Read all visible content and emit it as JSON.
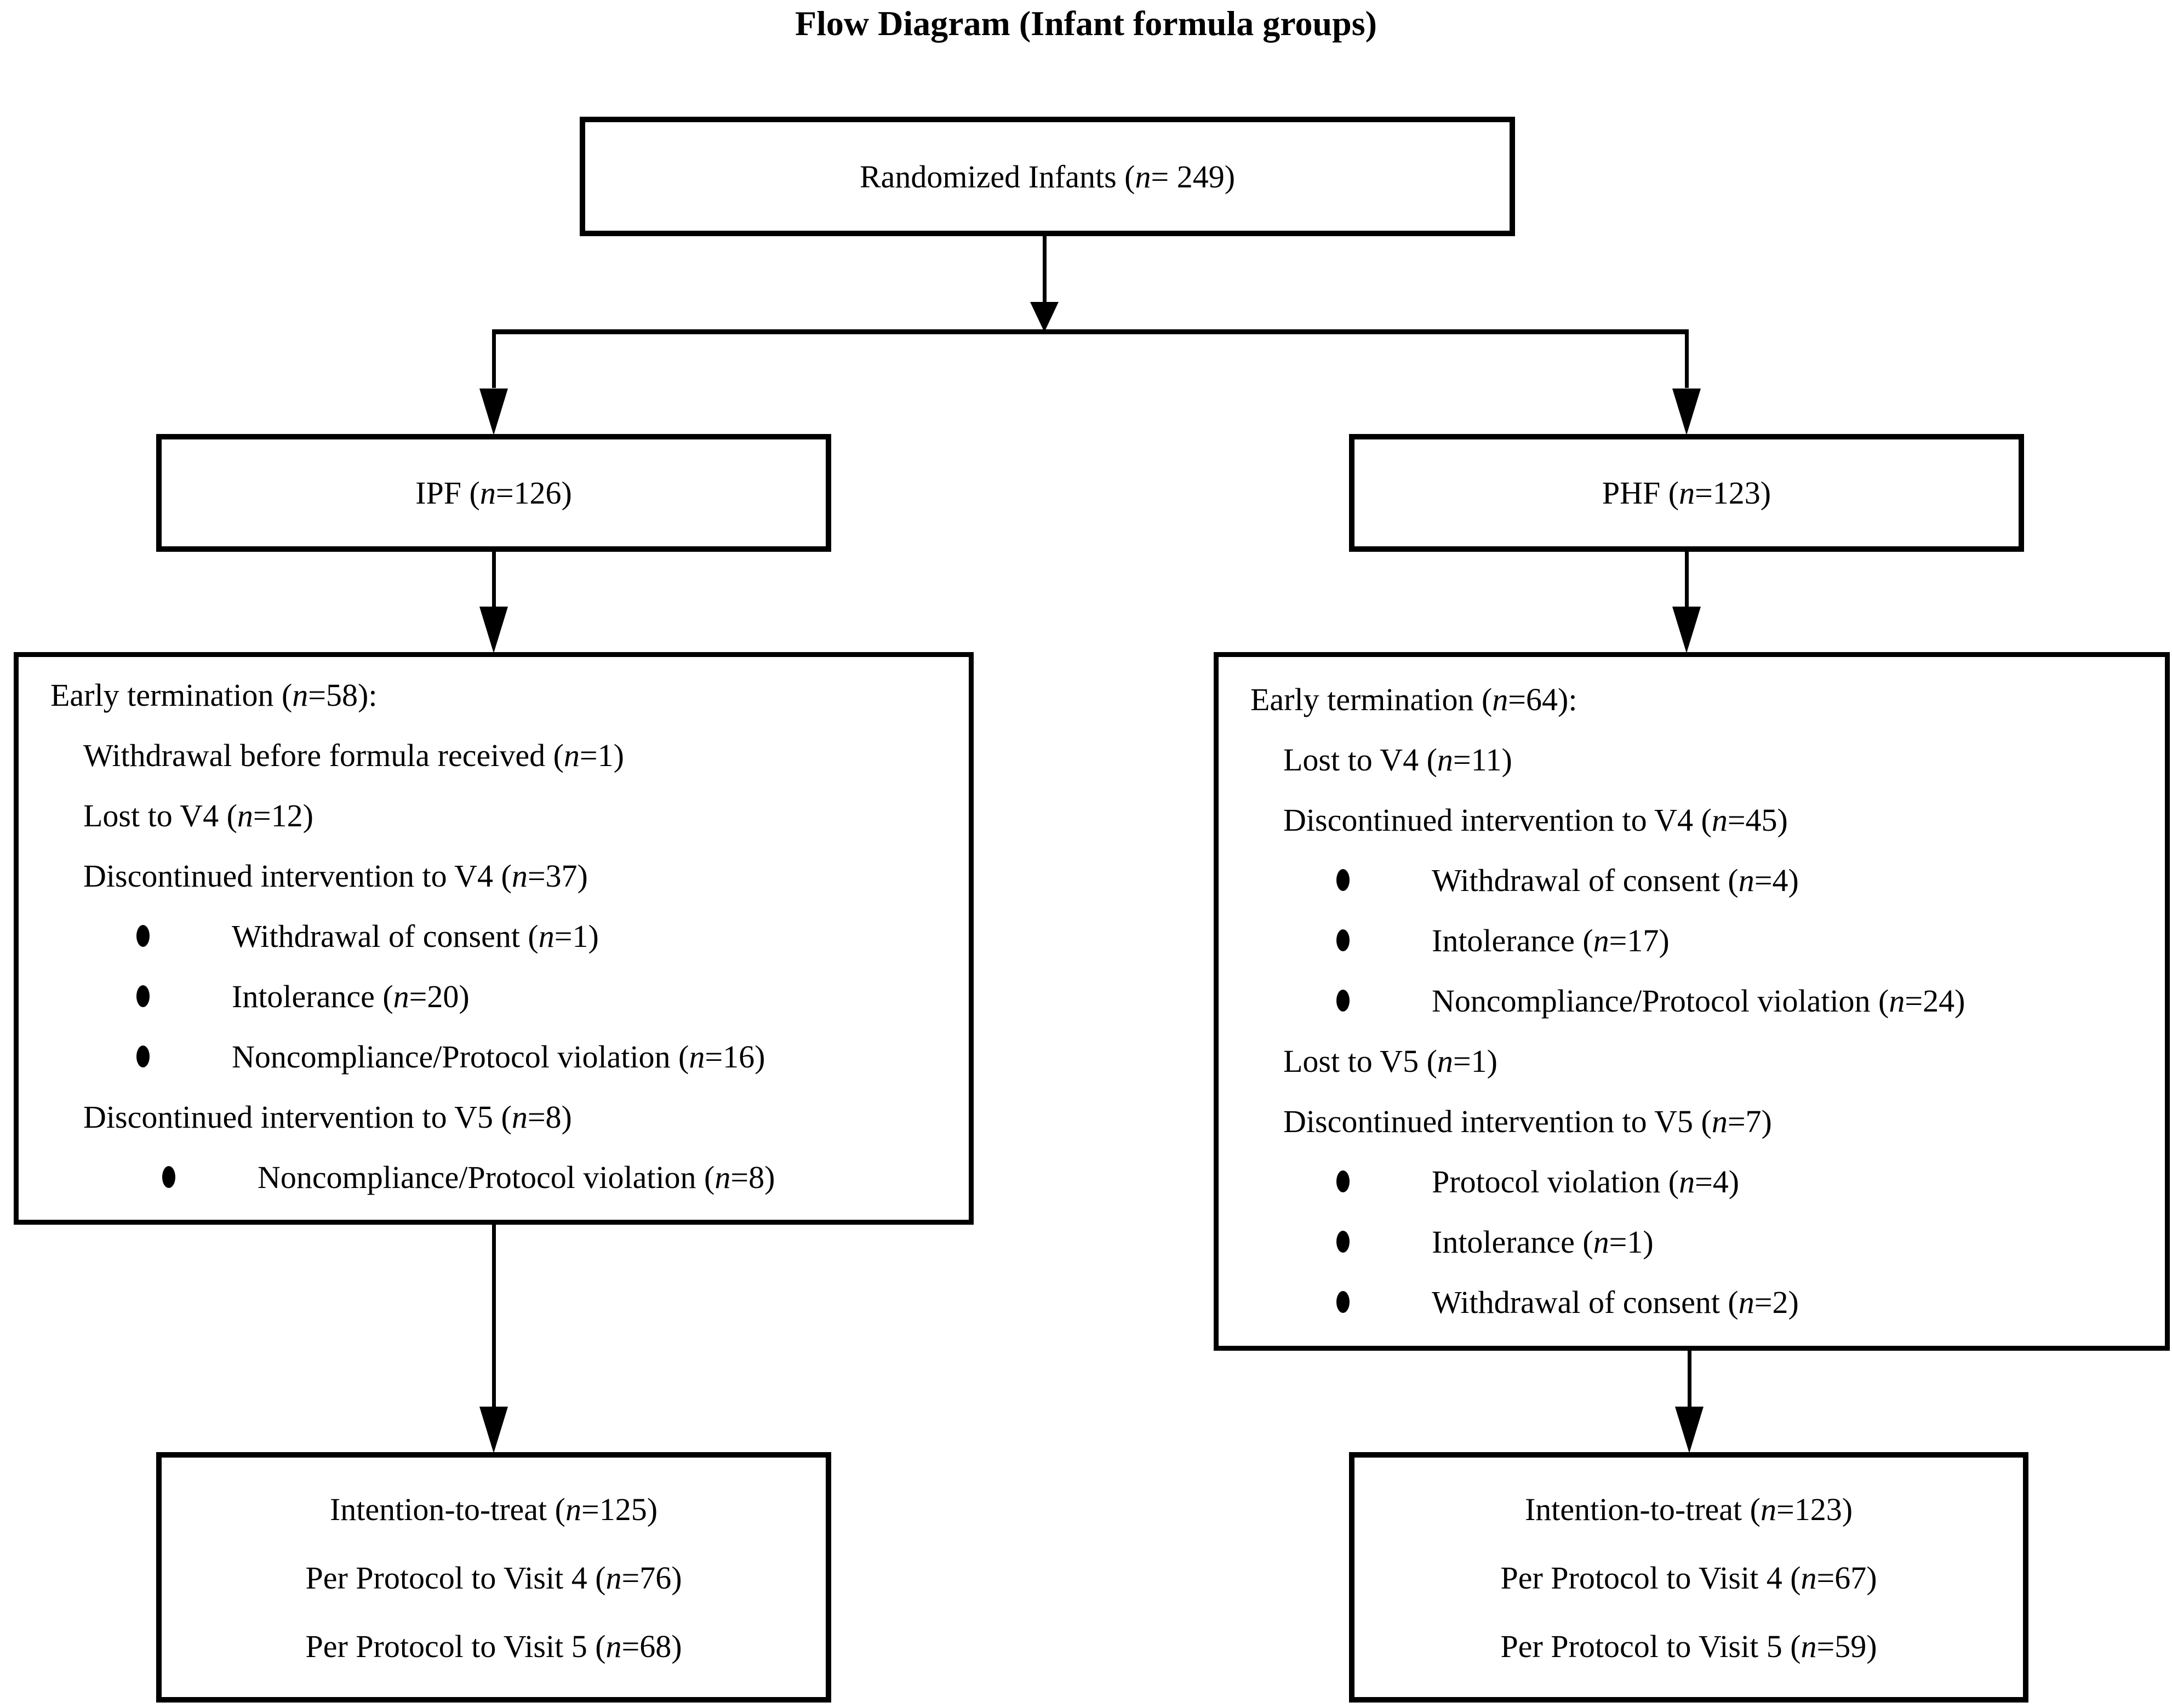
{
  "title": "Flow Diagram (Infant formula groups)",
  "colors": {
    "ink": "#000000",
    "paper": "#ffffff"
  },
  "flow": {
    "randomized": {
      "label": "Randomized Infants (n= 249)"
    },
    "ipf": {
      "label": "IPF (n=126)"
    },
    "phf": {
      "label": "PHF (n=123)"
    },
    "et_left": {
      "lines": [
        {
          "text": "Early termination (n=58):",
          "indent": 0,
          "bullet": false
        },
        {
          "text": "Withdrawal before formula received (n=1)",
          "indent": 1,
          "bullet": false
        },
        {
          "text": "Lost to V4 (n=12)",
          "indent": 1,
          "bullet": false
        },
        {
          "text": "Discontinued intervention to V4 (n=37)",
          "indent": 1,
          "bullet": false
        },
        {
          "text": "Withdrawal of consent (n=1)",
          "indent": 2,
          "bullet": true
        },
        {
          "text": "Intolerance (n=20)",
          "indent": 2,
          "bullet": true
        },
        {
          "text": "Noncompliance/Protocol violation (n=16)",
          "indent": 2,
          "bullet": true
        },
        {
          "text": "Discontinued intervention to V5 (n=8)",
          "indent": 1,
          "bullet": false
        },
        {
          "text": "Noncompliance/Protocol violation (n=8)",
          "indent": 3,
          "bullet": true
        }
      ]
    },
    "et_right": {
      "lines": [
        {
          "text": "Early termination (n=64):",
          "indent": 0,
          "bullet": false
        },
        {
          "text": "Lost to V4 (n=11)",
          "indent": 1,
          "bullet": false
        },
        {
          "text": "Discontinued intervention to V4 (n=45)",
          "indent": 1,
          "bullet": false
        },
        {
          "text": "Withdrawal of consent (n=4)",
          "indent": 2,
          "bullet": true
        },
        {
          "text": "Intolerance (n=17)",
          "indent": 2,
          "bullet": true
        },
        {
          "text": "Noncompliance/Protocol violation (n=24)",
          "indent": 2,
          "bullet": true
        },
        {
          "text": "Lost to V5 (n=1)",
          "indent": 1,
          "bullet": false
        },
        {
          "text": "Discontinued intervention to V5 (n=7)",
          "indent": 1,
          "bullet": false
        },
        {
          "text": "Protocol violation (n=4)",
          "indent": 2,
          "bullet": true
        },
        {
          "text": "Intolerance (n=1)",
          "indent": 2,
          "bullet": true
        },
        {
          "text": "Withdrawal of consent (n=2)",
          "indent": 2,
          "bullet": true
        }
      ]
    },
    "itt_left": {
      "lines": [
        "Intention-to-treat (n=125)",
        "Per Protocol to Visit 4 (n=76)",
        "Per Protocol to Visit 5 (n=68)"
      ]
    },
    "itt_right": {
      "lines": [
        "Intention-to-treat (n=123)",
        "Per Protocol to Visit 4 (n=67)",
        "Per Protocol to Visit 5 (n=59)"
      ]
    }
  }
}
